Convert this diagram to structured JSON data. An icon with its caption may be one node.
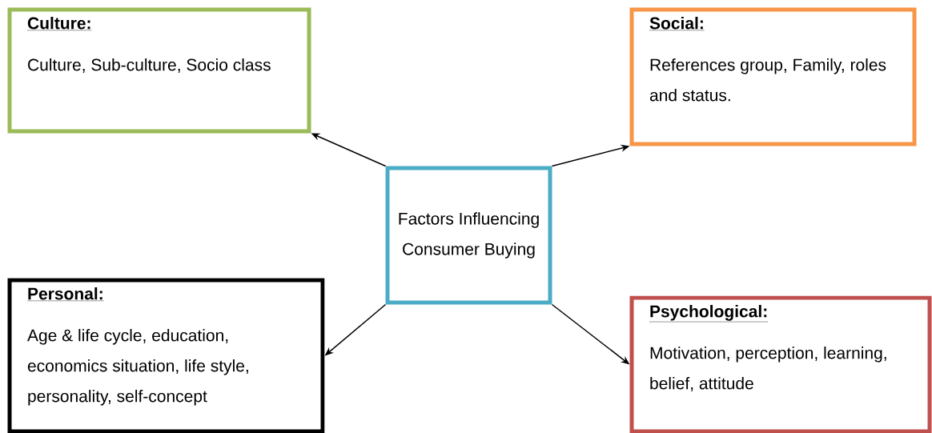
{
  "diagram": {
    "nodes": [
      {
        "text": [
          "Factors Influencing Consumer Buying"
        ]
      },
      {
        "text": [
          "Culture:",
          "Culture, Sub-culture, Socio class"
        ]
      },
      {
        "text": [
          "Social:",
          "References group, Family, roles and status."
        ]
      },
      {
        "text": [
          "Personal:",
          "Age & life cycle, education, economics situation, life style, personality, self-concept"
        ]
      },
      {
        "text": [
          "Psychological:",
          "Motivation, perception, learning, belief, attitude"
        ]
      }
    ],
    "edges": [
      {
        "from": 0,
        "to": 1,
        "arrow": "to"
      },
      {
        "from": 0,
        "to": 2,
        "arrow": "to"
      },
      {
        "from": 0,
        "to": 3,
        "arrow": "to"
      },
      {
        "from": 0,
        "to": 4,
        "arrow": "to"
      }
    ]
  }
}
